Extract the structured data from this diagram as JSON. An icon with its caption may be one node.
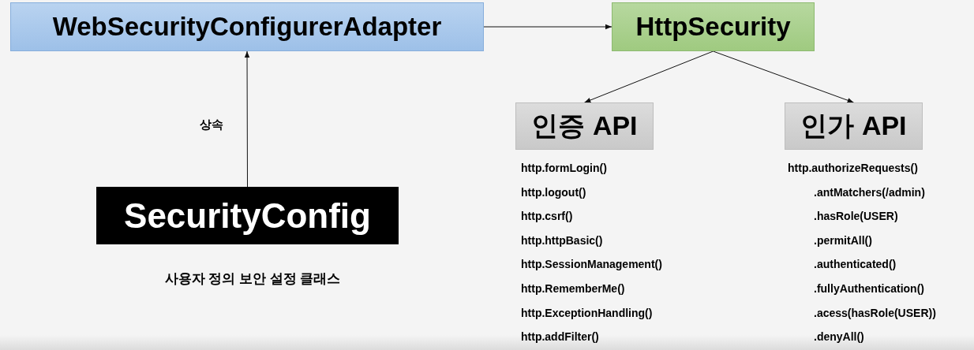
{
  "diagram": {
    "nodes": [
      {
        "text": [
          "WebSecurityConfigurerAdapter"
        ]
      },
      {
        "text": [
          "HttpSecurity"
        ]
      },
      {
        "text": [
          "SecurityConfig"
        ],
        "beside": [
          "사용자 정의 보안 설정 클래스"
        ]
      },
      {
        "text": [
          "인증 API"
        ]
      },
      {
        "text": [
          "인가 API"
        ]
      }
    ],
    "edges": [
      {
        "from": 0,
        "to": 1,
        "arrow": "to"
      },
      {
        "from": 2,
        "to": 0,
        "arrow": "to",
        "label": "상속"
      },
      {
        "from": 1,
        "to": 3,
        "arrow": "to"
      },
      {
        "from": 1,
        "to": 4,
        "arrow": "to"
      }
    ],
    "labels": [
      "http.formLogin()",
      "http.logout()",
      "http.csrf()",
      "http.httpBasic()",
      "http.SessionManagement()",
      "http.RememberMe()",
      "http.ExceptionHandling()",
      "http.addFilter()",
      "http.authorizeRequests()",
      ".antMatchers(/admin)",
      ".hasRole(USER)",
      ".permitAll()",
      ".authenticated()",
      ".fullyAuthentication()",
      ".acess(hasRole(USER))",
      ".denyAll()"
    ]
  }
}
